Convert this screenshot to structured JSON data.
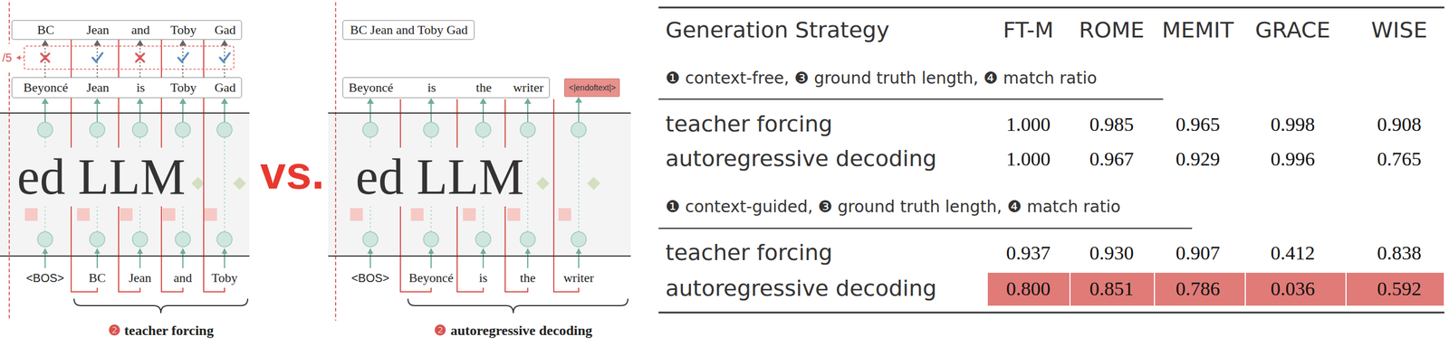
{
  "diagram": {
    "nodes": [
      {
        "text": [
          "BC",
          "Jean",
          "and",
          "Toby",
          "Gad"
        ]
      },
      {
        "text": [
          "Beyoncé",
          "Jean",
          "is",
          "Toby",
          "Gad"
        ]
      },
      {
        "text": [
          "ed LLM"
        ]
      },
      {
        "text": [
          "BC Jean and Toby Gad"
        ]
      },
      {
        "text": [
          "Beyoncé",
          "is",
          "the",
          "writer"
        ]
      },
      {
        "text": [
          "<|endoftext|>"
        ]
      },
      {
        "text": [
          "ed LLM"
        ]
      }
    ],
    "edges": [
      {
        "from": 1,
        "to": 0,
        "arrow": "to"
      },
      {
        "from": 2,
        "to": 1,
        "arrow": "to"
      },
      {
        "from": 6,
        "to": 4,
        "arrow": "to"
      },
      {
        "from": 6,
        "to": 5,
        "arrow": "to"
      }
    ],
    "labels": [
      "/5",
      "<BOS>",
      "BC",
      "Jean",
      "and",
      "Toby",
      "❷ teacher forcing",
      "vs.",
      "<BOS>",
      "Beyoncé",
      "is",
      "the",
      "writer",
      "❷ autoregressive decoding",
      "Generation Strategy",
      "FT-M",
      "ROME",
      "MEMIT",
      "GRACE",
      "WISE",
      "❶ context-free, ❸ ground truth length, ❹ match ratio",
      "teacher forcing",
      "1.000",
      "0.985",
      "0.965",
      "0.998",
      "0.908",
      "autoregressive decoding",
      "1.000",
      "0.967",
      "0.929",
      "0.996",
      "0.765",
      "❶ context-guided, ❸ ground truth length, ❹ match ratio",
      "teacher forcing",
      "0.937",
      "0.930",
      "0.907",
      "0.412",
      "0.838",
      "autoregressive decoding",
      "0.800",
      "0.851",
      "0.786",
      "0.036",
      "0.592"
    ]
  }
}
